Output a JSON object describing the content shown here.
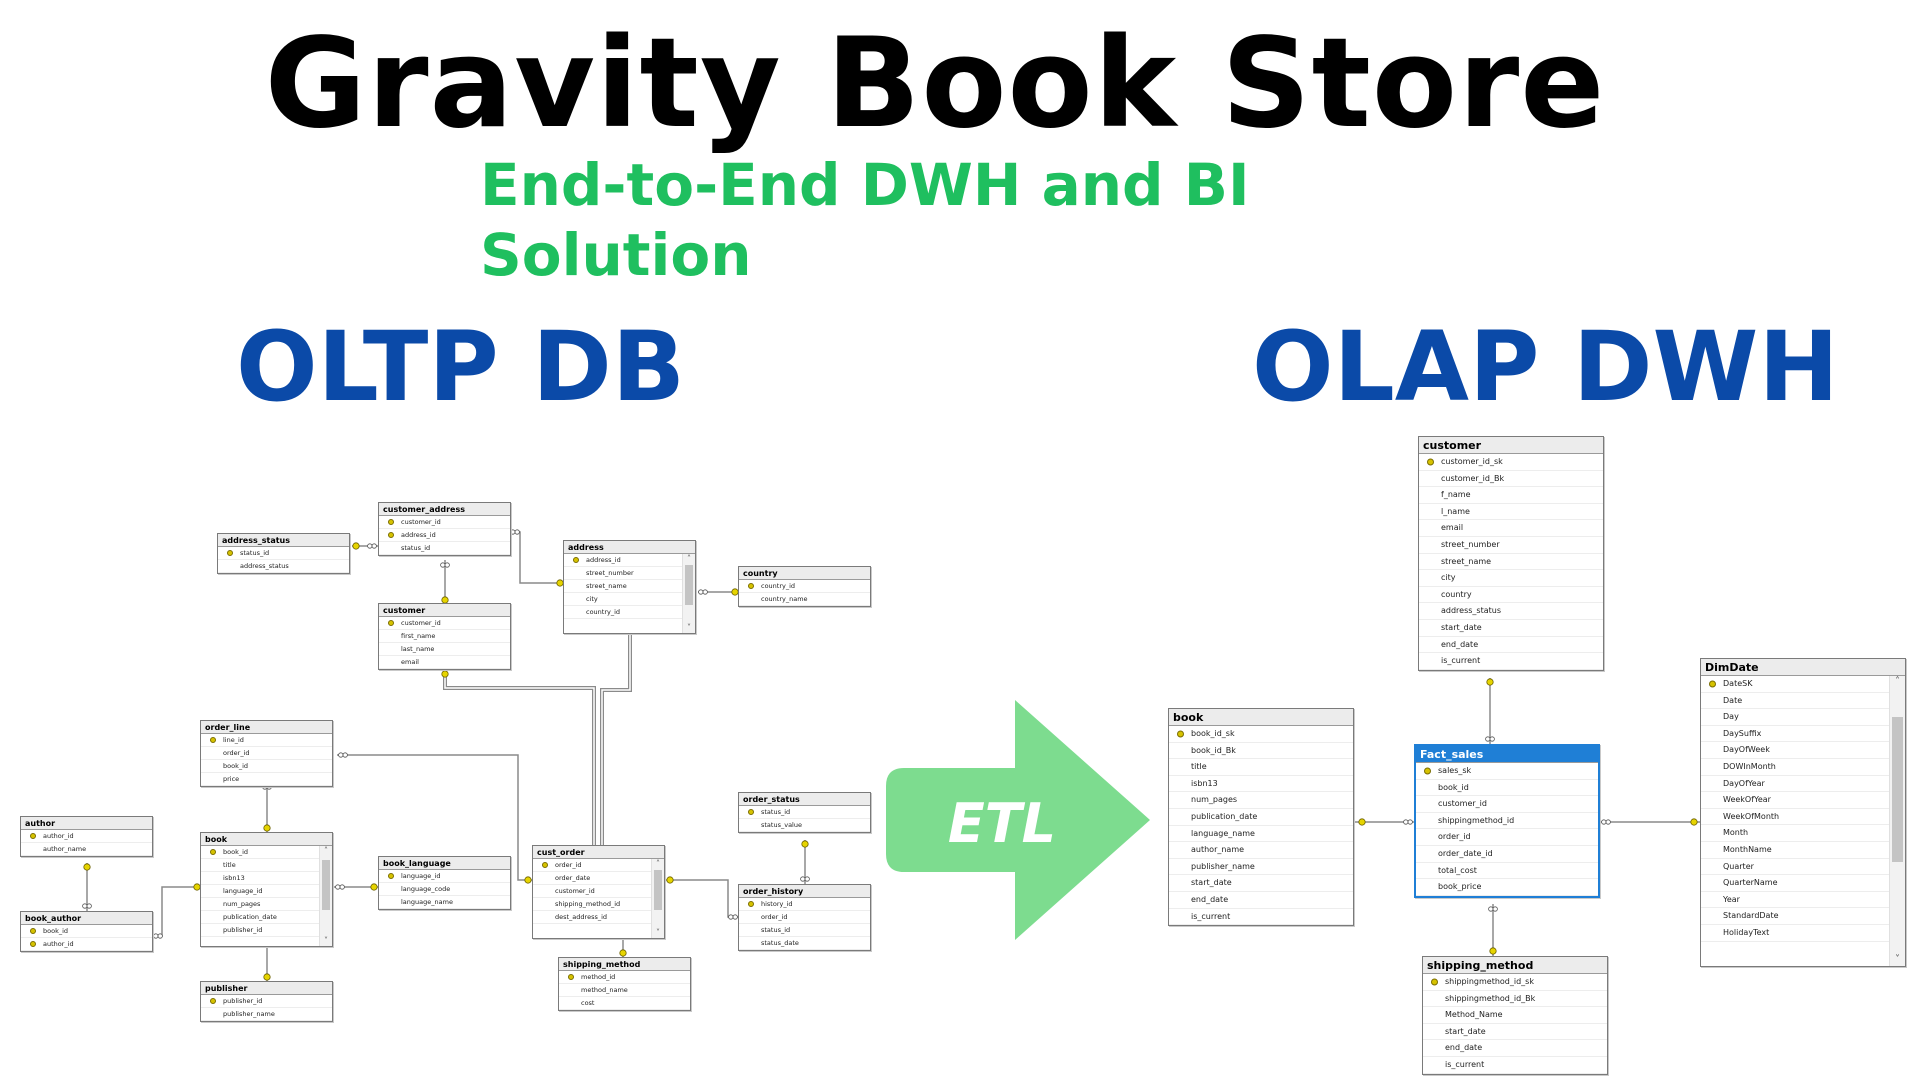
{
  "header": {
    "title": "Gravity Book Store",
    "subtitle": "End-to-End DWH and BI Solution",
    "oltp_heading": "OLTP DB",
    "olap_heading": "OLAP DWH",
    "etl_label": "ETL"
  },
  "colors": {
    "title": "#000000",
    "subtitle": "#1fbf5f",
    "heading": "#0b4aa8",
    "etl_arrow": "#7ddc8f",
    "selected_header": "#1f7fd6"
  },
  "oltp_tables": [
    {
      "id": "address_status",
      "name": "address_status",
      "columns": [
        {
          "name": "status_id",
          "key": true
        },
        {
          "name": "address_status"
        }
      ]
    },
    {
      "id": "customer_address",
      "name": "customer_address",
      "columns": [
        {
          "name": "customer_id",
          "key": true
        },
        {
          "name": "address_id",
          "key": true
        },
        {
          "name": "status_id"
        }
      ]
    },
    {
      "id": "address",
      "name": "address",
      "scroll": true,
      "columns": [
        {
          "name": "address_id",
          "key": true
        },
        {
          "name": "street_number"
        },
        {
          "name": "street_name"
        },
        {
          "name": "city"
        },
        {
          "name": "country_id"
        }
      ]
    },
    {
      "id": "country",
      "name": "country",
      "columns": [
        {
          "name": "country_id",
          "key": true
        },
        {
          "name": "country_name"
        }
      ]
    },
    {
      "id": "customer",
      "name": "customer",
      "columns": [
        {
          "name": "customer_id",
          "key": true
        },
        {
          "name": "first_name"
        },
        {
          "name": "last_name"
        },
        {
          "name": "email"
        }
      ]
    },
    {
      "id": "order_line",
      "name": "order_line",
      "columns": [
        {
          "name": "line_id",
          "key": true
        },
        {
          "name": "order_id"
        },
        {
          "name": "book_id"
        },
        {
          "name": "price"
        }
      ]
    },
    {
      "id": "author",
      "name": "author",
      "columns": [
        {
          "name": "author_id",
          "key": true
        },
        {
          "name": "author_name"
        }
      ]
    },
    {
      "id": "book",
      "name": "book",
      "scroll": true,
      "columns": [
        {
          "name": "book_id",
          "key": true
        },
        {
          "name": "title"
        },
        {
          "name": "isbn13"
        },
        {
          "name": "language_id"
        },
        {
          "name": "num_pages"
        },
        {
          "name": "publication_date"
        },
        {
          "name": "publisher_id"
        }
      ]
    },
    {
      "id": "book_language",
      "name": "book_language",
      "columns": [
        {
          "name": "language_id",
          "key": true
        },
        {
          "name": "language_code"
        },
        {
          "name": "language_name"
        }
      ]
    },
    {
      "id": "cust_order",
      "name": "cust_order",
      "scroll": true,
      "columns": [
        {
          "name": "order_id",
          "key": true
        },
        {
          "name": "order_date"
        },
        {
          "name": "customer_id"
        },
        {
          "name": "shipping_method_id"
        },
        {
          "name": "dest_address_id"
        }
      ]
    },
    {
      "id": "order_status",
      "name": "order_status",
      "columns": [
        {
          "name": "status_id",
          "key": true
        },
        {
          "name": "status_value"
        }
      ]
    },
    {
      "id": "order_history",
      "name": "order_history",
      "columns": [
        {
          "name": "history_id",
          "key": true
        },
        {
          "name": "order_id"
        },
        {
          "name": "status_id"
        },
        {
          "name": "status_date"
        }
      ]
    },
    {
      "id": "book_author",
      "name": "book_author",
      "columns": [
        {
          "name": "book_id",
          "key": true
        },
        {
          "name": "author_id",
          "key": true
        }
      ]
    },
    {
      "id": "publisher",
      "name": "publisher",
      "columns": [
        {
          "name": "publisher_id",
          "key": true
        },
        {
          "name": "publisher_name"
        }
      ]
    },
    {
      "id": "shipping_method_oltp",
      "name": "shipping_method",
      "columns": [
        {
          "name": "method_id",
          "key": true
        },
        {
          "name": "method_name"
        },
        {
          "name": "cost"
        }
      ]
    }
  ],
  "olap_tables": [
    {
      "id": "dim_customer",
      "name": "customer",
      "columns": [
        {
          "name": "customer_id_sk",
          "key": true
        },
        {
          "name": "customer_id_Bk"
        },
        {
          "name": "f_name"
        },
        {
          "name": "l_name"
        },
        {
          "name": "email"
        },
        {
          "name": "street_number"
        },
        {
          "name": "street_name"
        },
        {
          "name": "city"
        },
        {
          "name": "country"
        },
        {
          "name": "address_status"
        },
        {
          "name": "start_date"
        },
        {
          "name": "end_date"
        },
        {
          "name": "is_current"
        }
      ]
    },
    {
      "id": "dim_book",
      "name": "book",
      "columns": [
        {
          "name": "book_id_sk",
          "key": true
        },
        {
          "name": "book_id_Bk"
        },
        {
          "name": "title"
        },
        {
          "name": "isbn13"
        },
        {
          "name": "num_pages"
        },
        {
          "name": "publication_date"
        },
        {
          "name": "language_name"
        },
        {
          "name": "author_name"
        },
        {
          "name": "publisher_name"
        },
        {
          "name": "start_date"
        },
        {
          "name": "end_date"
        },
        {
          "name": "is_current"
        }
      ]
    },
    {
      "id": "fact_sales",
      "name": "Fact_sales",
      "selected": true,
      "columns": [
        {
          "name": "sales_sk",
          "key": true
        },
        {
          "name": "book_id"
        },
        {
          "name": "customer_id"
        },
        {
          "name": "shippingmethod_id"
        },
        {
          "name": "order_id"
        },
        {
          "name": "order_date_id"
        },
        {
          "name": "total_cost"
        },
        {
          "name": "book_price"
        }
      ]
    },
    {
      "id": "dim_date",
      "name": "DimDate",
      "scroll": true,
      "columns": [
        {
          "name": "DateSK",
          "key": true
        },
        {
          "name": "Date"
        },
        {
          "name": "Day"
        },
        {
          "name": "DaySuffix"
        },
        {
          "name": "DayOfWeek"
        },
        {
          "name": "DOWInMonth"
        },
        {
          "name": "DayOfYear"
        },
        {
          "name": "WeekOfYear"
        },
        {
          "name": "WeekOfMonth"
        },
        {
          "name": "Month"
        },
        {
          "name": "MonthName"
        },
        {
          "name": "Quarter"
        },
        {
          "name": "QuarterName"
        },
        {
          "name": "Year"
        },
        {
          "name": "StandardDate"
        },
        {
          "name": "HolidayText"
        }
      ]
    },
    {
      "id": "dim_shipping_method",
      "name": "shipping_method",
      "columns": [
        {
          "name": "shippingmethod_id_sk",
          "key": true
        },
        {
          "name": "shippingmethod_id_Bk"
        },
        {
          "name": "Method_Name"
        },
        {
          "name": "start_date"
        },
        {
          "name": "end_date"
        },
        {
          "name": "is_current"
        }
      ]
    }
  ]
}
